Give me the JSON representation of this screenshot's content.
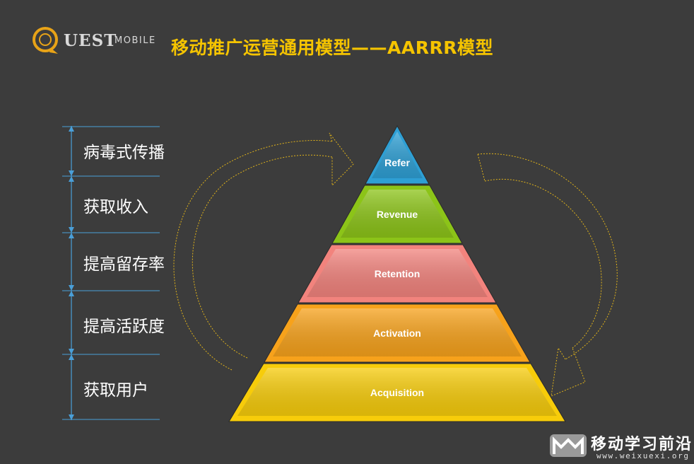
{
  "header": {
    "logo_text": "UEST",
    "logo_sub": "MOBILE",
    "title": "移动推广运营通用模型——AARRR模型"
  },
  "stages": [
    {
      "label": "病毒式传播"
    },
    {
      "label": "获取收入"
    },
    {
      "label": "提高留存率"
    },
    {
      "label": "提高活跃度"
    },
    {
      "label": "获取用户"
    }
  ],
  "pyramid": [
    {
      "label": "Refer",
      "color": "#2e9fd4"
    },
    {
      "label": "Revenue",
      "color": "#8cc418"
    },
    {
      "label": "Retention",
      "color": "#f2837d"
    },
    {
      "label": "Activation",
      "color": "#f7a21b"
    },
    {
      "label": "Acquisition",
      "color": "#f7cc0a"
    }
  ],
  "colors": {
    "accent": "#f5c400",
    "background": "#3c3c3c"
  },
  "watermark": {
    "title": "移动学习前沿",
    "url": "www.weixuexi.org"
  }
}
